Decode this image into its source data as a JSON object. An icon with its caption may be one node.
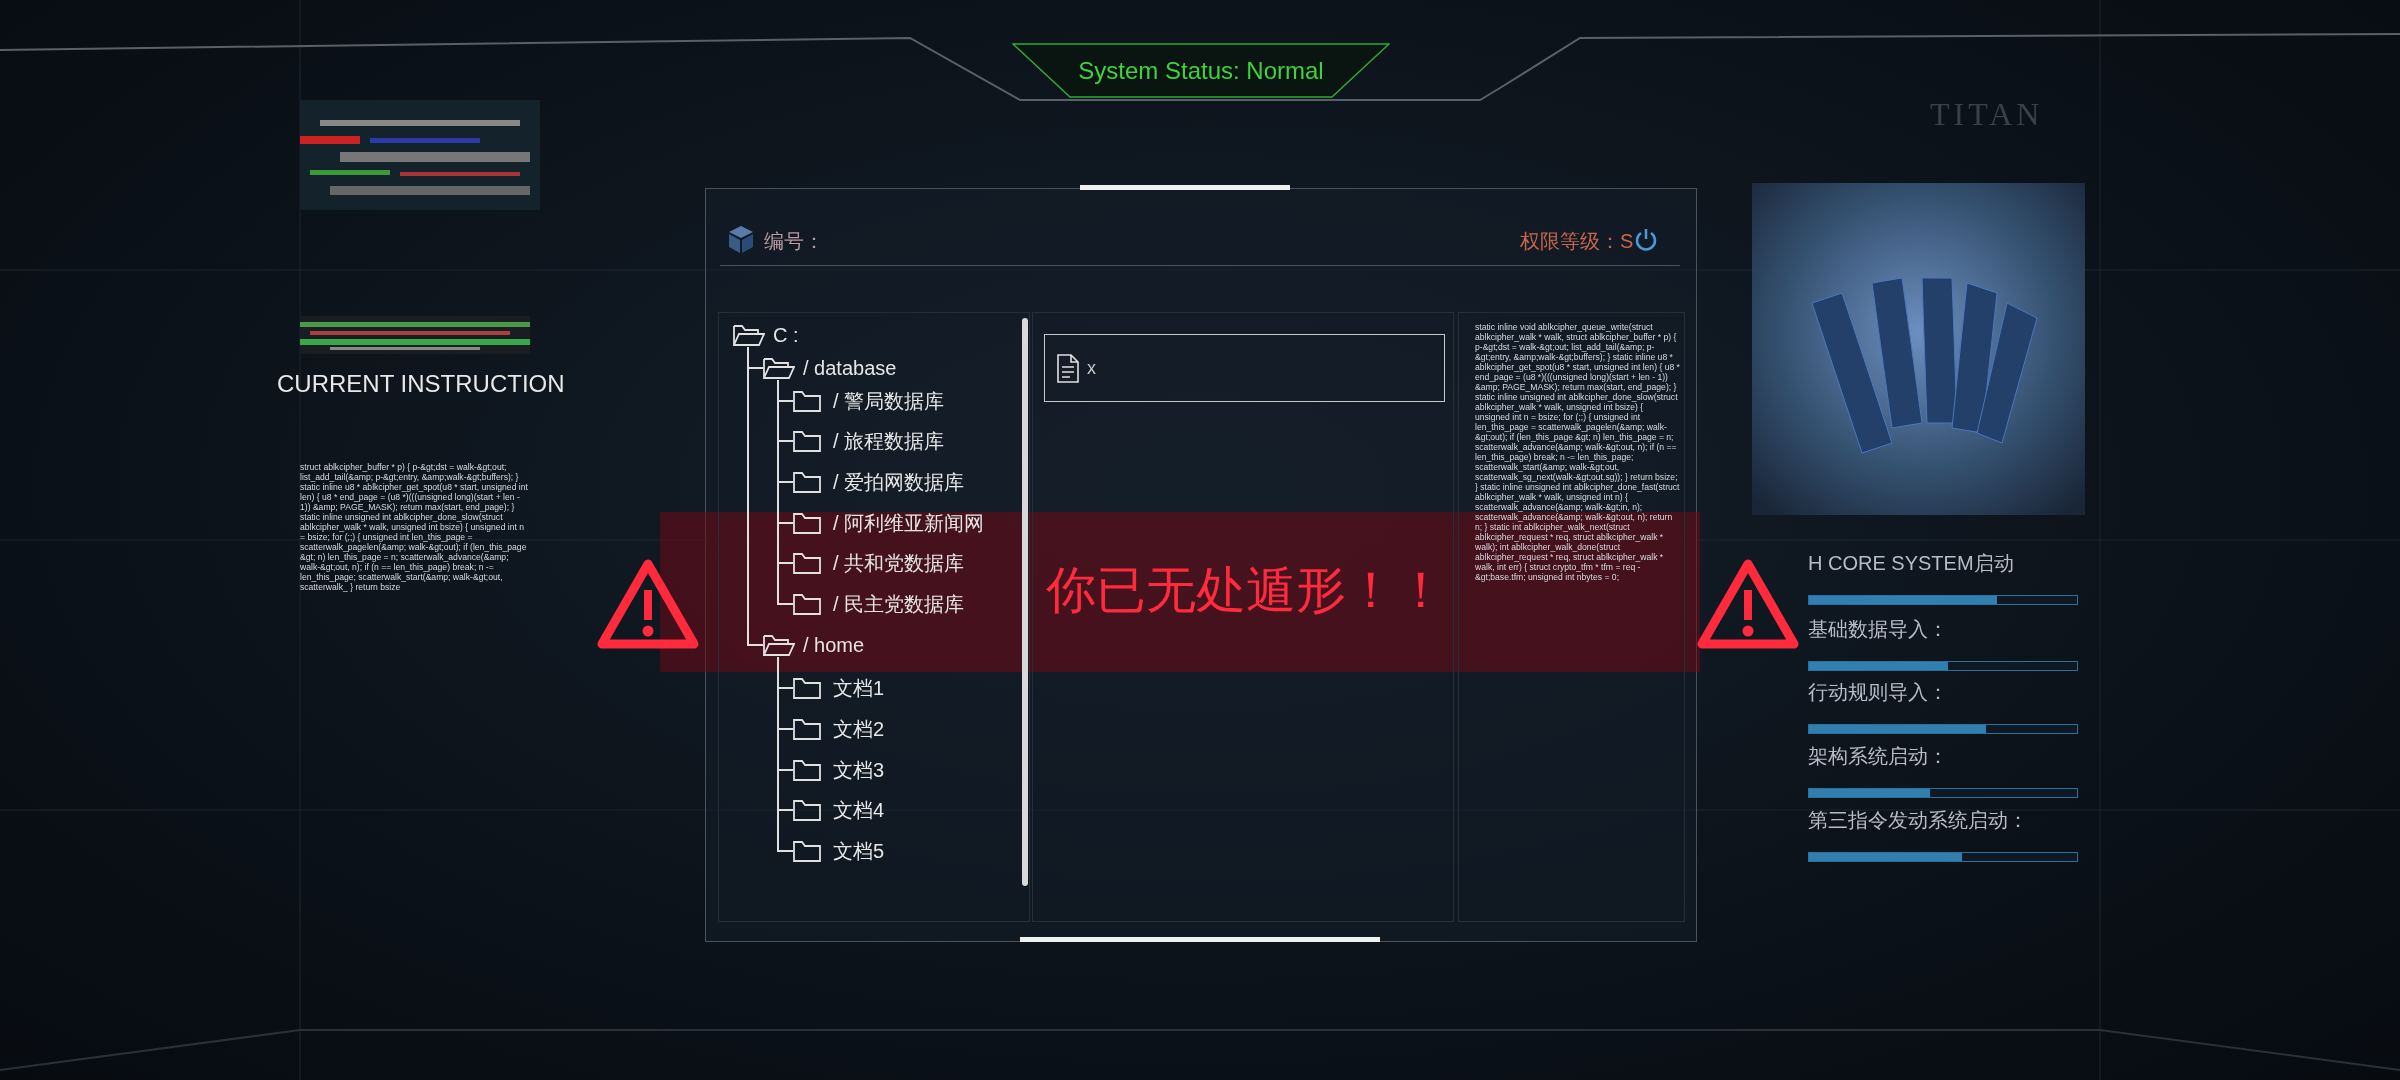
{
  "diagram": {
    "nodes": [
      {
        "text": [
          "System Status: Normal"
        ]
      },
      {
        "text": [
          "C :"
        ]
      },
      {
        "text": [
          "/ database"
        ]
      },
      {
        "text": [
          "/ 警局数据库"
        ]
      },
      {
        "text": [
          "/ 旅程数据库"
        ]
      },
      {
        "text": [
          "/ 爱拍网数据库"
        ]
      },
      {
        "text": [
          "/ 阿利维亚新闻网"
        ]
      },
      {
        "text": [
          "/ 共和党数据库"
        ]
      },
      {
        "text": [
          "/ 民主党数据库"
        ]
      },
      {
        "text": [
          "/ home"
        ]
      },
      {
        "text": [
          "文档1"
        ]
      },
      {
        "text": [
          "文档2"
        ]
      },
      {
        "text": [
          "文档3"
        ]
      },
      {
        "text": [
          "文档4"
        ]
      },
      {
        "text": [
          "文档5"
        ]
      },
      {
        "text": [
          "x"
        ]
      }
    ],
    "edges": [
      {
        "from": 1,
        "to": 2,
        "arrow": "none"
      },
      {
        "from": 1,
        "to": 9,
        "arrow": "none"
      },
      {
        "from": 2,
        "to": 3,
        "arrow": "none"
      },
      {
        "from": 2,
        "to": 4,
        "arrow": "none"
      },
      {
        "from": 2,
        "to": 5,
        "arrow": "none"
      },
      {
        "from": 2,
        "to": 6,
        "arrow": "none"
      },
      {
        "from": 2,
        "to": 7,
        "arrow": "none"
      },
      {
        "from": 2,
        "to": 8,
        "arrow": "none"
      },
      {
        "from": 9,
        "to": 10,
        "arrow": "none"
      },
      {
        "from": 9,
        "to": 11,
        "arrow": "none"
      },
      {
        "from": 9,
        "to": 12,
        "arrow": "none"
      },
      {
        "from": 9,
        "to": 13,
        "arrow": "none"
      },
      {
        "from": 9,
        "to": 14,
        "arrow": "none"
      }
    ],
    "labels": [
      "TITAN",
      "CURRENT INSTRUCTION",
      "struct ablkcipher_buffer * p) { p-&gt;dst = walk-&gt;out; list_add_tail(&amp; p-&gt;entry, &amp;walk-&gt;buffers); } static inline u8 * ablkcipher_get_spot(u8 * start, unsigned int len) { u8 * end_page = (u8 *)(((unsigned long)(start + len - 1)) &amp; PAGE_MASK); return max(start, end_page); } static inline unsigned int ablkcipher_done_slow(struct ablkcipher_walk * walk, unsigned int bsize) { unsigned int n = bsize; for (;;) { unsigned int len_this_page = scatterwalk_pagelen(&amp; walk-&gt;out); if (len_this_page &gt; n) len_this_page = n; scatterwalk_advance(&amp; walk-&gt;out, n); if (n == len_this_page) break; n -= len_this_page; scatterwalk_start(&amp; walk-&gt;out, scatterwalk_ } return bsize",
      "编号：",
      "权限等级：S",
      "static inline void ablkcipher_queue_write(struct ablkcipher_walk * walk, struct ablkcipher_buffer * p) { p-&gt;dst = walk-&gt;out; list_add_tail(&amp; p-&gt;entry, &amp;walk-&gt;buffers); } static inline u8 * ablkcipher_get_spot(u8 * start, unsigned int len) { u8 * end_page = (u8 *)(((unsigned long)(start + len - 1)) &amp; PAGE_MASK); return max(start, end_page); } static inline unsigned int ablkcipher_done_slow(struct ablkcipher_walk * walk, unsigned int bsize) { unsigned int n = bsize; for (;;) { unsigned int len_this_page = scatterwalk_pagelen(&amp; walk-&gt;out); if (len_this_page &gt; n) len_this_page = n; scatterwalk_advance(&amp; walk-&gt;out, n); if (n == len_this_page) break; n -= len_this_page; scatterwalk_start(&amp; walk-&gt;out, scatterwalk_sg_next(walk-&gt;out.sg)); } return bsize; } static inline unsigned int ablkcipher_done_fast(struct ablkcipher_walk * walk, unsigned int n) { scatterwalk_advance(&amp; walk-&gt;in, n); scatterwalk_advance(&amp; walk-&gt;out, n); return n; } static int ablkcipher_walk_next(struct ablkcipher_request * req, struct ablkcipher_walk * walk); int ablkcipher_walk_done(struct ablkcipher_request * req, struct ablkcipher_walk * walk, int err) { struct crypto_tfm * tfm = req - &gt;base.tfm; unsigned int nbytes = 0;",
      "H CORE SYSTEM启动",
      "基础数据导入：",
      "行动规则导入：",
      "架构系统启动：",
      "第三指令发动系统启动：",
      "你已无处遁形！！"
    ]
  }
}
